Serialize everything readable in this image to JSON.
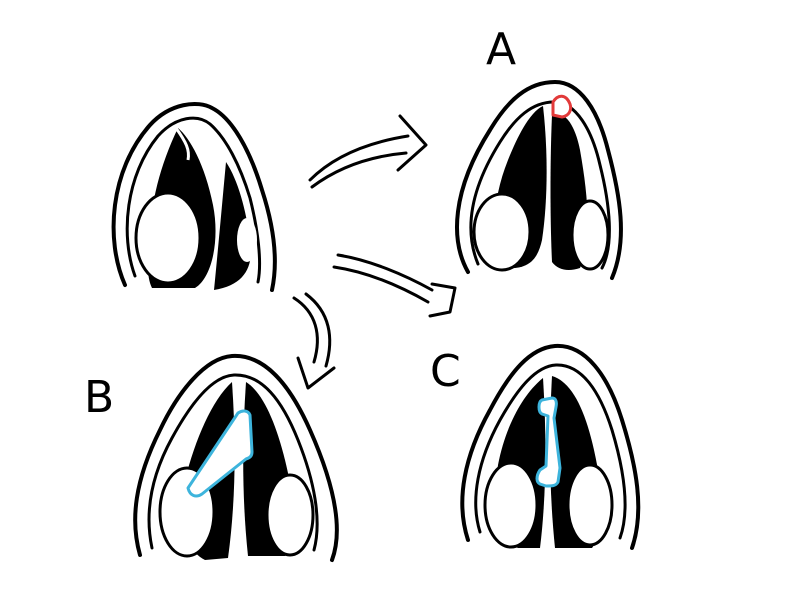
{
  "labels": {
    "a": "A",
    "b": "B",
    "c": "C"
  },
  "colors": {
    "ink": "#000000",
    "paper": "#ffffff",
    "highlight_red": "#e23a3a",
    "highlight_blue": "#3db4dc"
  }
}
